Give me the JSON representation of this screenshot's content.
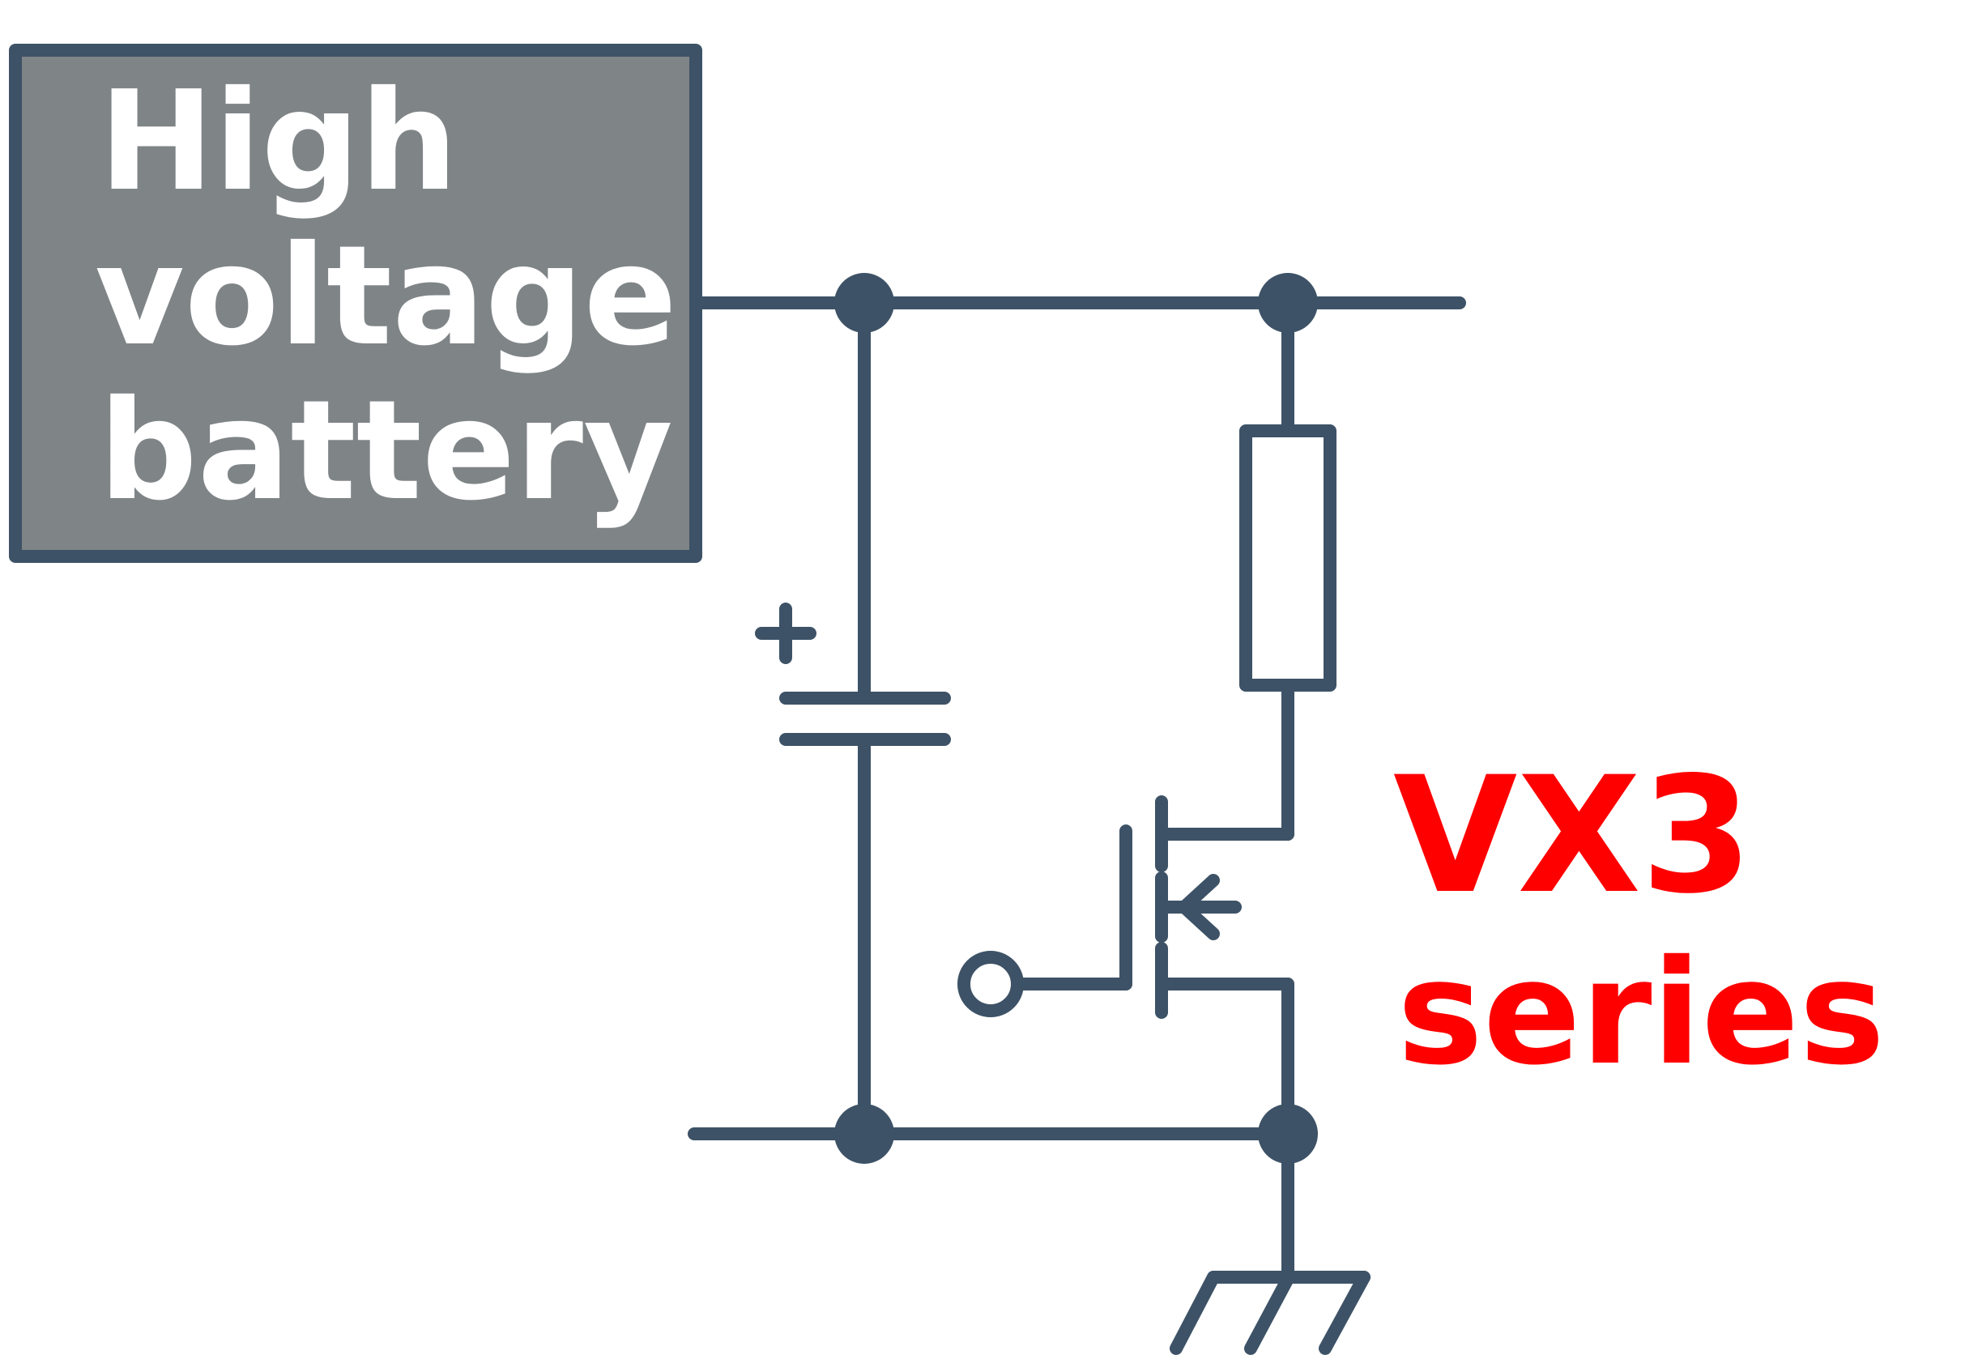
{
  "diagram": {
    "battery_label_lines": [
      "High",
      "voltage",
      "battery"
    ],
    "capacitor_polarity_mark": "+",
    "product_label_line1": "VX3",
    "product_label_line2": "series"
  },
  "colors": {
    "wire": "#3d5266",
    "battery_fill": "#7f8487",
    "battery_text": "#ffffff",
    "product_label": "#ff0000",
    "background": "#ffffff"
  }
}
